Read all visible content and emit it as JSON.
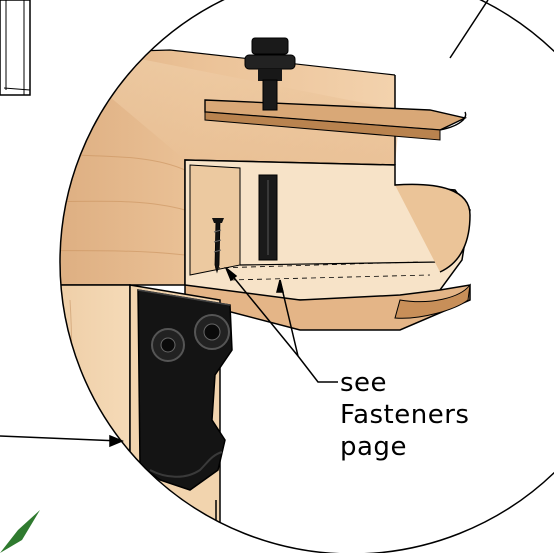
{
  "callout": {
    "lines": [
      "see",
      "Fasteners",
      "page"
    ]
  },
  "colors": {
    "wood_light": "#f1d3ad",
    "wood_mid": "#e6b98c",
    "wood_dark": "#c9925f",
    "hardware": "#151515",
    "line": "#000000"
  },
  "parts": {
    "bolt": "hex-bolt",
    "bracket": "steel-bracket",
    "screws": "wood-screws"
  }
}
